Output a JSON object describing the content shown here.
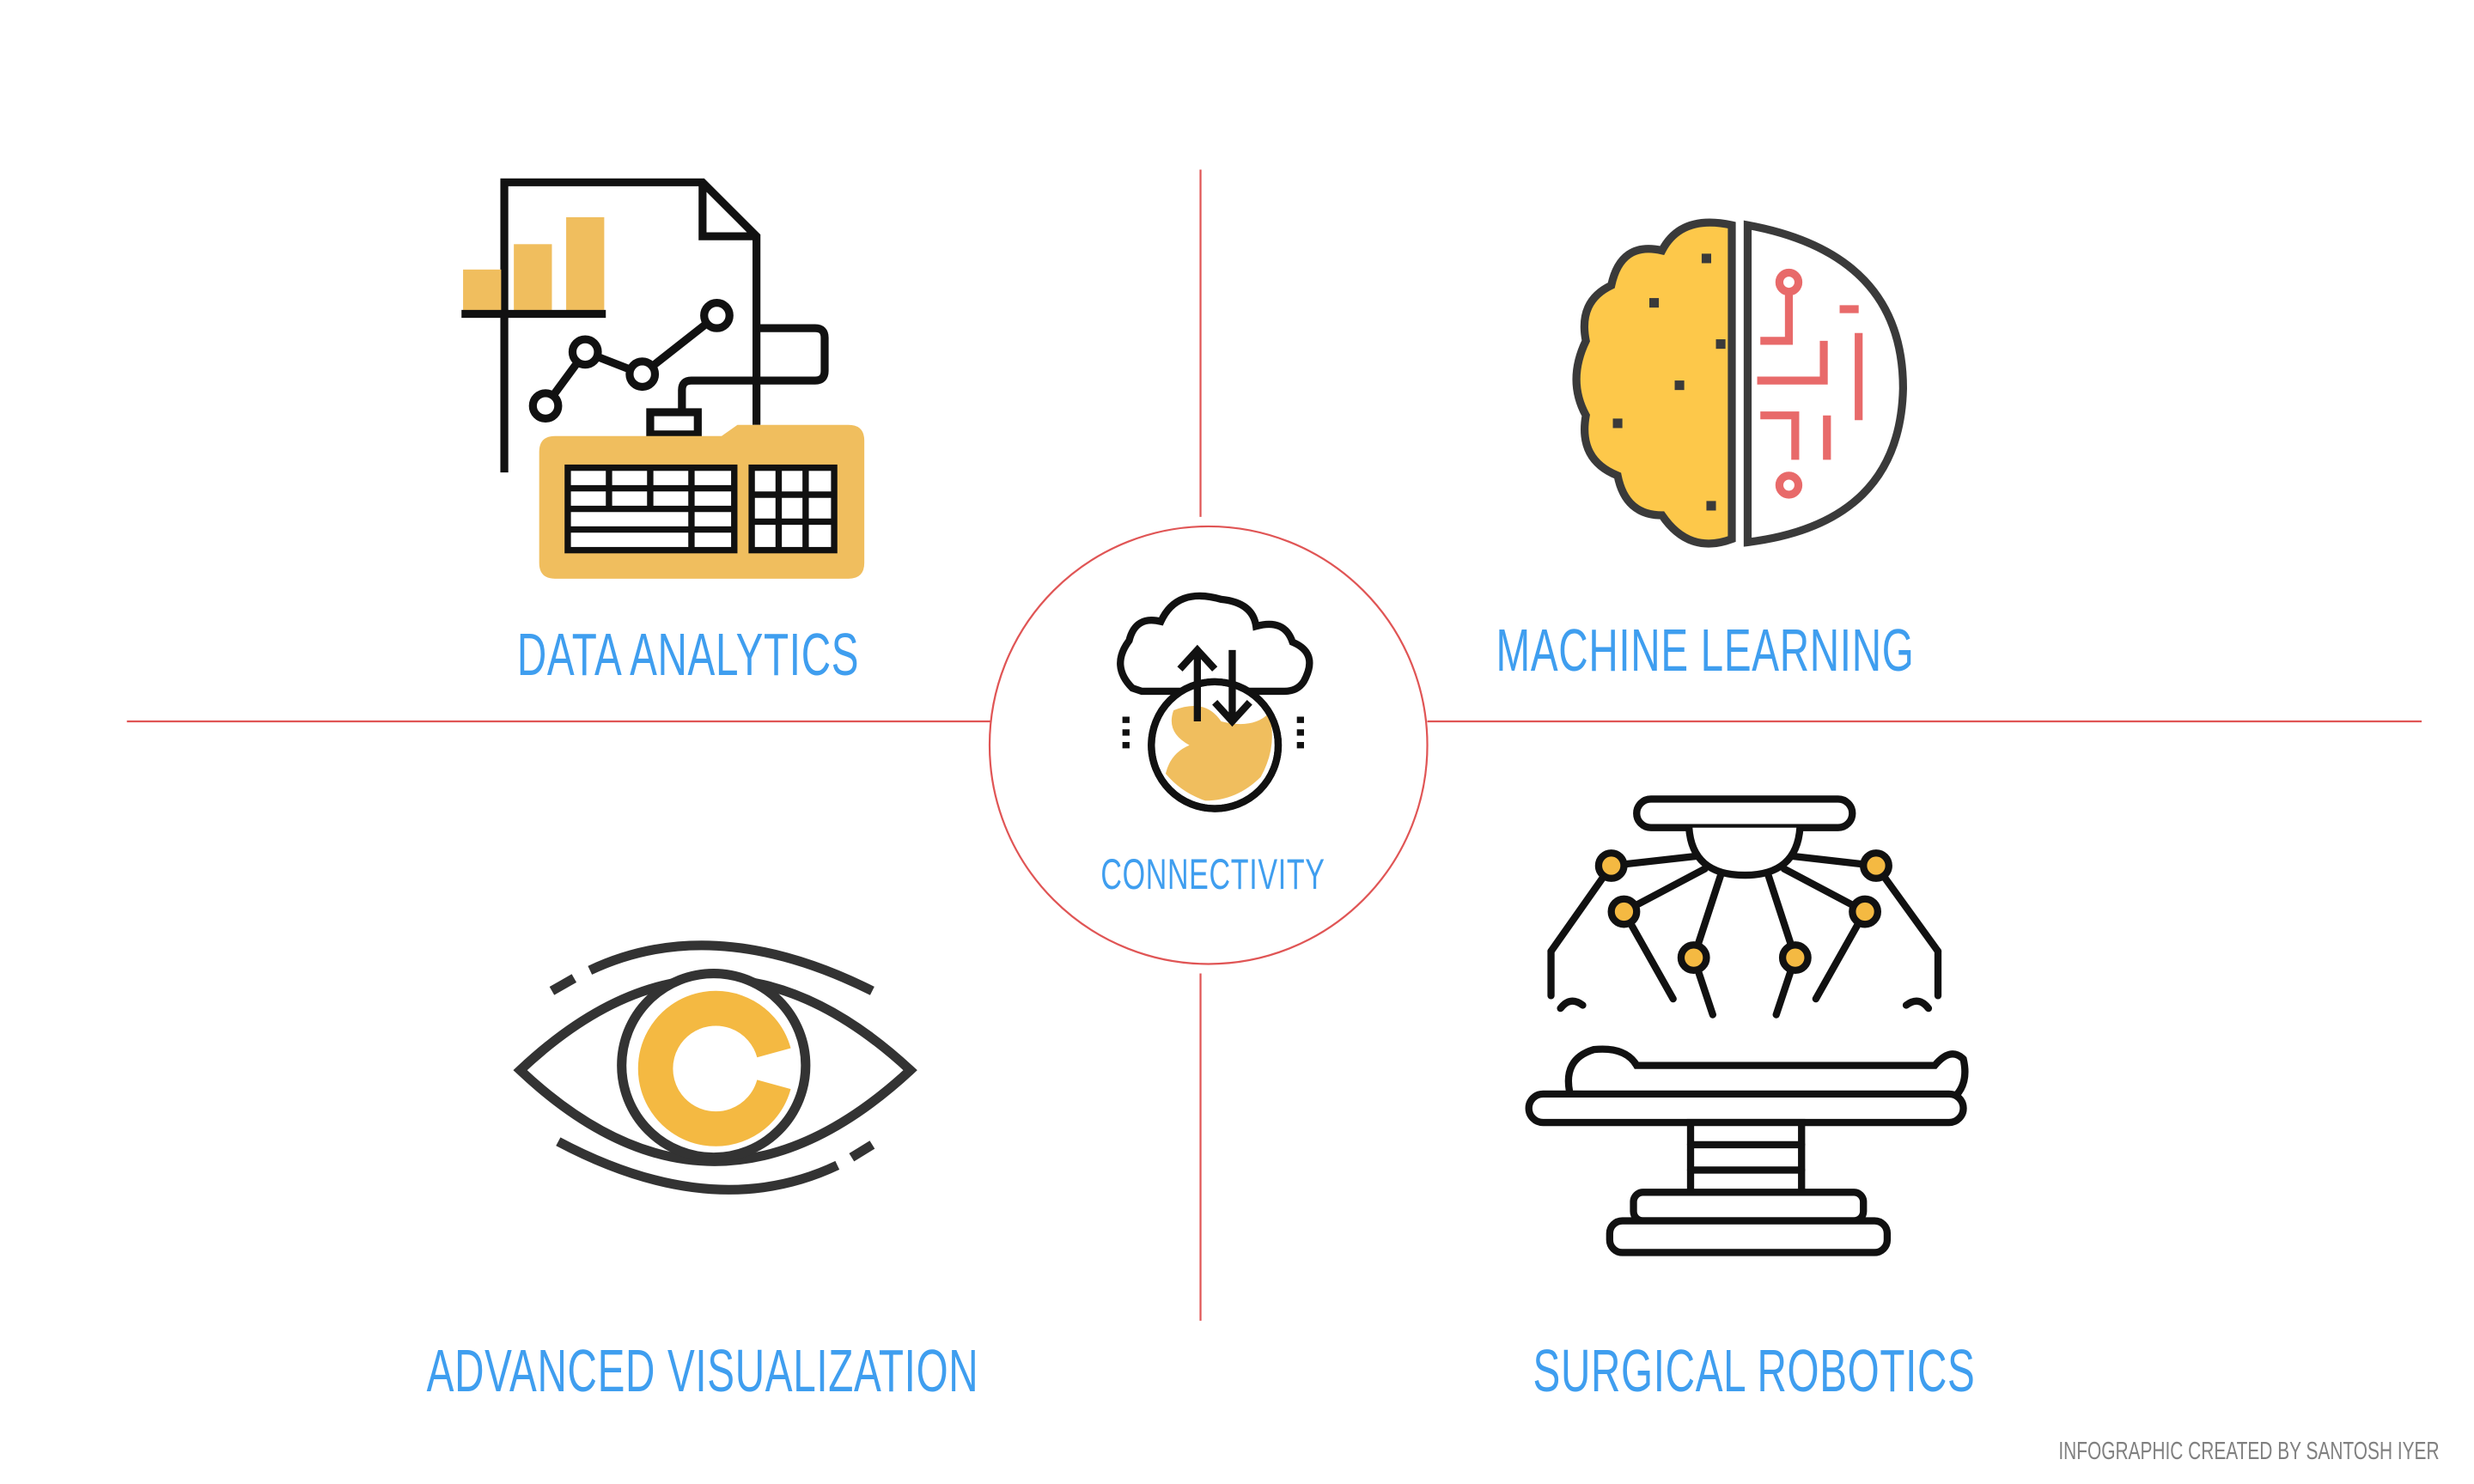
{
  "sections": {
    "data_analytics": {
      "label": "DATA ANALYTICS",
      "icon": "analytics-document-keyboard-icon"
    },
    "machine_learning": {
      "label": "MACHINE LEARNING",
      "icon": "brain-circuit-icon"
    },
    "connectivity": {
      "label": "CONNECTIVITY",
      "icon": "cloud-globe-sync-icon"
    },
    "advanced_visualization": {
      "label": "ADVANCED VISUALIZATION",
      "icon": "eye-icon"
    },
    "surgical_robotics": {
      "label": "SURGICAL ROBOTICS",
      "icon": "surgical-robot-icon"
    }
  },
  "credit": "INFOGRAPHIC CREATED BY SANTOSH IYER",
  "colors": {
    "label": "#3F9EEF",
    "divider": "#E05555",
    "accent": "#F0BE5E",
    "brain": "#FDC84A",
    "circuit": "#E86A6A",
    "stroke": "#111111"
  }
}
